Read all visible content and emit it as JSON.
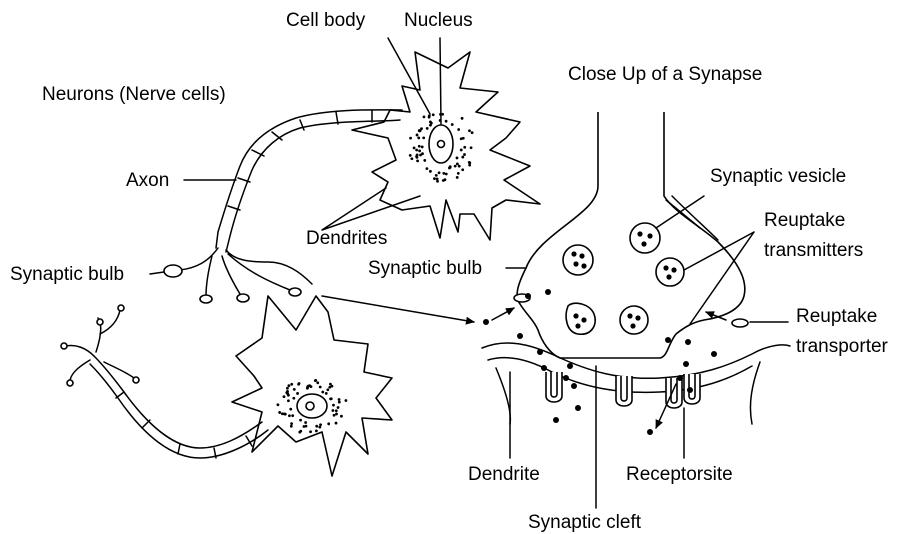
{
  "diagram": {
    "title": "Neurons (Nerve cells)",
    "synapse_title": "Close Up of a Synapse",
    "labels": {
      "cell_body": "Cell body",
      "nucleus": "Nucleus",
      "axon": "Axon",
      "dendrites": "Dendrites",
      "synaptic_bulb_left": "Synaptic bulb",
      "synaptic_bulb_right": "Synaptic bulb",
      "synaptic_vesicle": "Synaptic vesicle",
      "reuptake_transmitters_1": "Reuptake",
      "reuptake_transmitters_2": "transmitters",
      "reuptake_transporter_1": "Reuptake",
      "reuptake_transporter_2": "transporter",
      "dendrite": "Dendrite",
      "receptorsite": "Receptorsite",
      "synaptic_cleft": "Synaptic cleft"
    },
    "colors": {
      "ink": "#000000",
      "background": "#ffffff"
    }
  }
}
